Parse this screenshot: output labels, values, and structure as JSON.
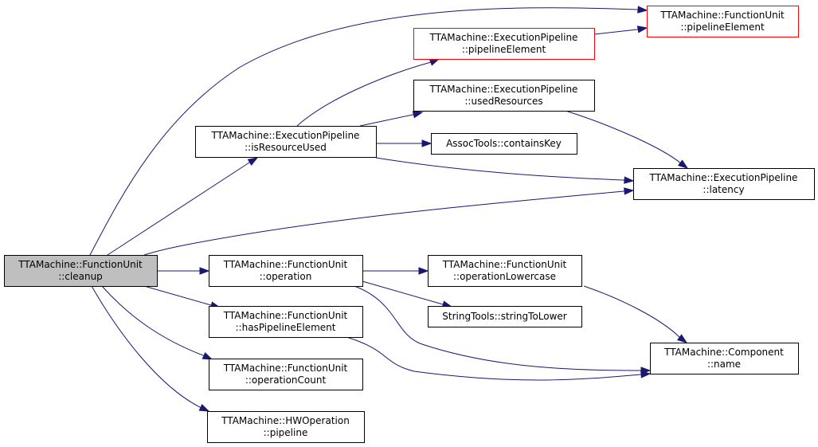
{
  "nodes": [
    {
      "id": "cleanup",
      "line1": "TTAMachine::FunctionUnit",
      "line2": "::cleanup",
      "fill": "#bfbfbf",
      "border": "#000000"
    },
    {
      "id": "fu_pipelineElement",
      "line1": "TTAMachine::FunctionUnit",
      "line2": "::pipelineElement",
      "fill": "#ffffff",
      "border": "#ff0000"
    },
    {
      "id": "ep_pipelineElement",
      "line1": "TTAMachine::ExecutionPipeline",
      "line2": "::pipelineElement",
      "fill": "#ffffff",
      "border": "#ff0000"
    },
    {
      "id": "ep_usedResources",
      "line1": "TTAMachine::ExecutionPipeline",
      "line2": "::usedResources",
      "fill": "#ffffff",
      "border": "#000000"
    },
    {
      "id": "ep_isResourceUsed",
      "line1": "TTAMachine::ExecutionPipeline",
      "line2": "::isResourceUsed",
      "fill": "#ffffff",
      "border": "#000000"
    },
    {
      "id": "assoc_containsKey",
      "line1": "AssocTools::containsKey",
      "line2": "",
      "fill": "#ffffff",
      "border": "#000000"
    },
    {
      "id": "ep_latency",
      "line1": "TTAMachine::ExecutionPipeline",
      "line2": "::latency",
      "fill": "#ffffff",
      "border": "#000000"
    },
    {
      "id": "fu_operation",
      "line1": "TTAMachine::FunctionUnit",
      "line2": "::operation",
      "fill": "#ffffff",
      "border": "#000000"
    },
    {
      "id": "fu_operationLowercase",
      "line1": "TTAMachine::FunctionUnit",
      "line2": "::operationLowercase",
      "fill": "#ffffff",
      "border": "#000000"
    },
    {
      "id": "string_stringToLower",
      "line1": "StringTools::stringToLower",
      "line2": "",
      "fill": "#ffffff",
      "border": "#000000"
    },
    {
      "id": "fu_hasPipelineElement",
      "line1": "TTAMachine::FunctionUnit",
      "line2": "::hasPipelineElement",
      "fill": "#ffffff",
      "border": "#000000"
    },
    {
      "id": "component_name",
      "line1": "TTAMachine::Component",
      "line2": "::name",
      "fill": "#ffffff",
      "border": "#000000"
    },
    {
      "id": "fu_operationCount",
      "line1": "TTAMachine::FunctionUnit",
      "line2": "::operationCount",
      "fill": "#ffffff",
      "border": "#000000"
    },
    {
      "id": "hwop_pipeline",
      "line1": "TTAMachine::HWOperation",
      "line2": "::pipeline",
      "fill": "#ffffff",
      "border": "#000000"
    }
  ],
  "edges": [
    {
      "from": "cleanup",
      "to": "fu_pipelineElement"
    },
    {
      "from": "cleanup",
      "to": "ep_isResourceUsed"
    },
    {
      "from": "cleanup",
      "to": "ep_latency"
    },
    {
      "from": "cleanup",
      "to": "fu_operation"
    },
    {
      "from": "cleanup",
      "to": "fu_hasPipelineElement"
    },
    {
      "from": "cleanup",
      "to": "fu_operationCount"
    },
    {
      "from": "cleanup",
      "to": "hwop_pipeline"
    },
    {
      "from": "ep_pipelineElement",
      "to": "fu_pipelineElement"
    },
    {
      "from": "ep_isResourceUsed",
      "to": "ep_pipelineElement"
    },
    {
      "from": "ep_isResourceUsed",
      "to": "ep_usedResources"
    },
    {
      "from": "ep_isResourceUsed",
      "to": "assoc_containsKey"
    },
    {
      "from": "ep_isResourceUsed",
      "to": "ep_latency"
    },
    {
      "from": "ep_usedResources",
      "to": "ep_latency"
    },
    {
      "from": "fu_operation",
      "to": "fu_operationLowercase"
    },
    {
      "from": "fu_operation",
      "to": "string_stringToLower"
    },
    {
      "from": "fu_operation",
      "to": "component_name"
    },
    {
      "from": "fu_operationLowercase",
      "to": "component_name"
    },
    {
      "from": "fu_hasPipelineElement",
      "to": "component_name"
    }
  ],
  "colors": {
    "edge": "#191970",
    "focus_fill": "#bfbfbf",
    "truncated_border": "#ff0000"
  }
}
